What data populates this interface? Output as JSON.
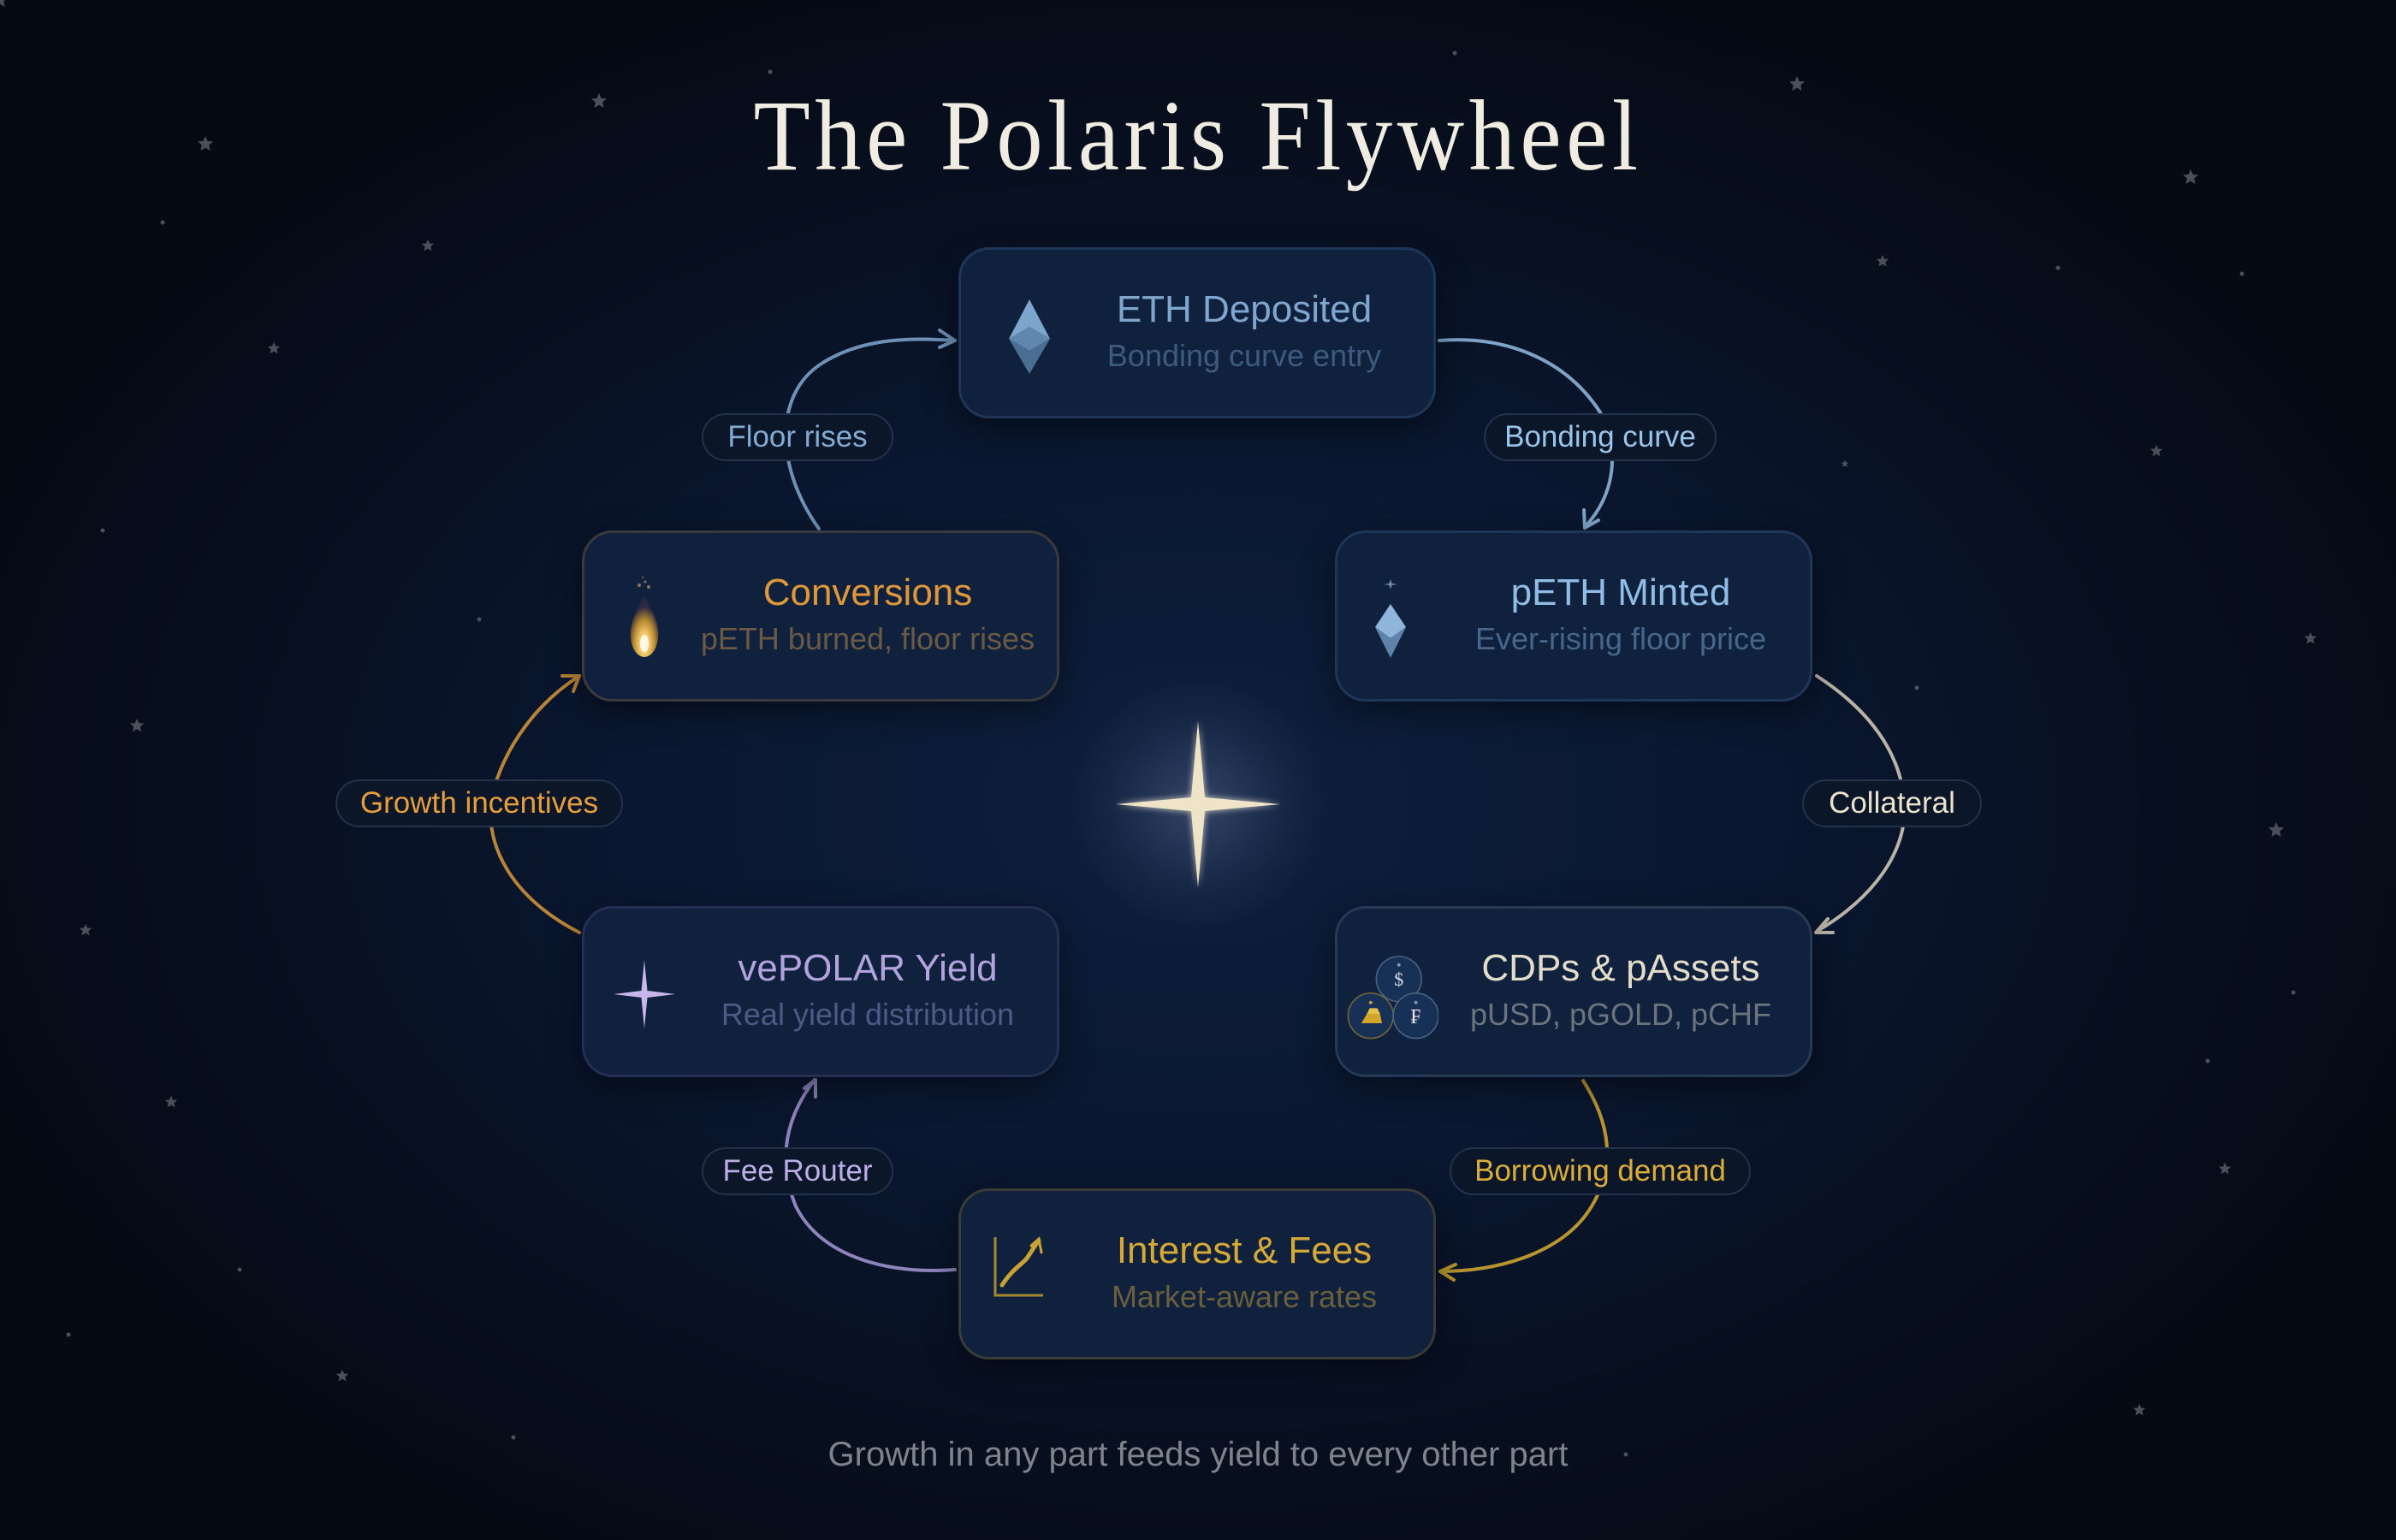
{
  "title": "The Polaris Flywheel",
  "footer": "Growth in any part feeds yield to every other part",
  "colors": {
    "background": "#0a1730",
    "node_fill": "#0f213d",
    "eth_blue": "#7aa3cc",
    "peth_blue": "#8db8e0",
    "orange": "#e0973a",
    "cream": "#e6ddc9",
    "purple": "#b7a7e0",
    "gold": "#d4a935"
  },
  "nodes": [
    {
      "id": "eth",
      "title": "ETH Deposited",
      "subtitle": "Bonding curve entry",
      "icon": "ethereum-diamond-icon",
      "title_color": "#7fa6cf",
      "sub_color": "#3e5b7e"
    },
    {
      "id": "peth",
      "title": "pETH Minted",
      "subtitle": "Ever-rising floor price",
      "icon": "sparkle-diamond-icon",
      "title_color": "#8fbde6",
      "sub_color": "#47668a"
    },
    {
      "id": "cdp",
      "title": "CDPs & pAssets",
      "subtitle": "pUSD, pGOLD, pCHF",
      "icon": "coin-cluster-icon",
      "title_color": "#e3dccb",
      "sub_color": "#6d737c"
    },
    {
      "id": "fees",
      "title": "Interest & Fees",
      "subtitle": "Market-aware rates",
      "icon": "rising-chart-icon",
      "title_color": "#d6a838",
      "sub_color": "#6a5f3c"
    },
    {
      "id": "yield",
      "title": "vePOLAR Yield",
      "subtitle": "Real yield distribution",
      "icon": "four-point-star-icon",
      "title_color": "#b3a3dd",
      "sub_color": "#4f5985"
    },
    {
      "id": "conv",
      "title": "Conversions",
      "subtitle": "pETH burned, floor rises",
      "icon": "flame-icon",
      "title_color": "#e0973a",
      "sub_color": "#6a5a45"
    }
  ],
  "edges": [
    {
      "from": "eth",
      "to": "peth",
      "label": "Bonding curve",
      "color": "#7ea3c7",
      "label_color": "#9ac5ea"
    },
    {
      "from": "peth",
      "to": "cdp",
      "label": "Collateral",
      "color": "#b9b3a8",
      "label_color": "#ece3cf"
    },
    {
      "from": "cdp",
      "to": "fees",
      "label": "Borrowing demand",
      "color": "#b8952f",
      "label_color": "#dcae37"
    },
    {
      "from": "fees",
      "to": "yield",
      "label": "Fee Router",
      "color": "#8e83bb",
      "label_color": "#bcaee6"
    },
    {
      "from": "yield",
      "to": "conv",
      "label": "Growth incentives",
      "color": "#b88437",
      "label_color": "#e79e3c"
    },
    {
      "from": "conv",
      "to": "eth",
      "label": "Floor rises",
      "color": "#6e91b6",
      "label_color": "#82acd3"
    }
  ],
  "center": {
    "icon": "polaris-star-icon",
    "color": "#efe4c8"
  },
  "coin_symbols": {
    "usd": "$",
    "chf": "₣"
  }
}
